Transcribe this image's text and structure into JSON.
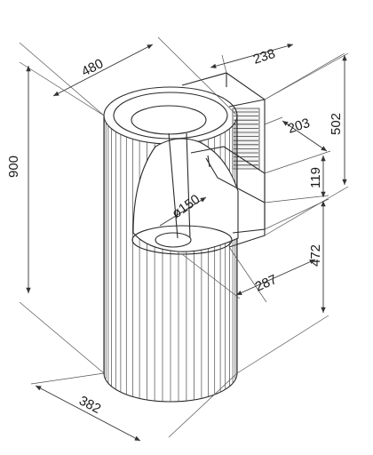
{
  "dimensions": {
    "top_width": "480",
    "top_depth": "238",
    "total_height": "900",
    "box_height": "502",
    "outlet_width": "203",
    "outlet_height": "119",
    "outlet_diameter": "ø150",
    "lower_height": "472",
    "bowl_depth": "287",
    "column_diameter": "382"
  }
}
